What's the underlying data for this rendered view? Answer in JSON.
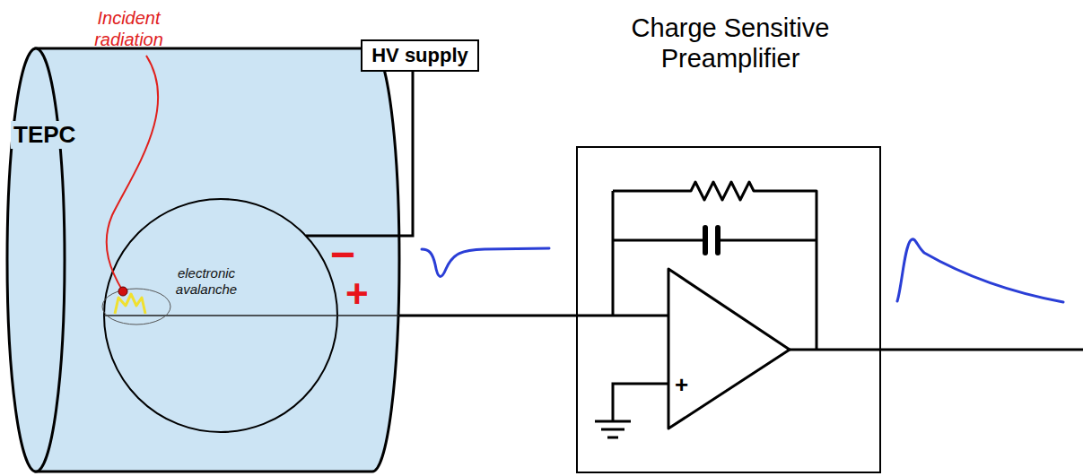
{
  "diagram": {
    "nodes": [
      {
        "text": [
          "TEPC"
        ]
      },
      {
        "text": [
          "HV supply"
        ]
      },
      {
        "text": [
          "Charge Sensitive Preamplifier"
        ]
      }
    ],
    "edges": [
      {
        "from": 1,
        "to": 0,
        "arrow": "none"
      },
      {
        "from": 0,
        "to": 2,
        "arrow": "none"
      }
    ],
    "labels": [
      "Incident radiation",
      "electronic avalanche",
      "−",
      "+",
      "+"
    ]
  }
}
